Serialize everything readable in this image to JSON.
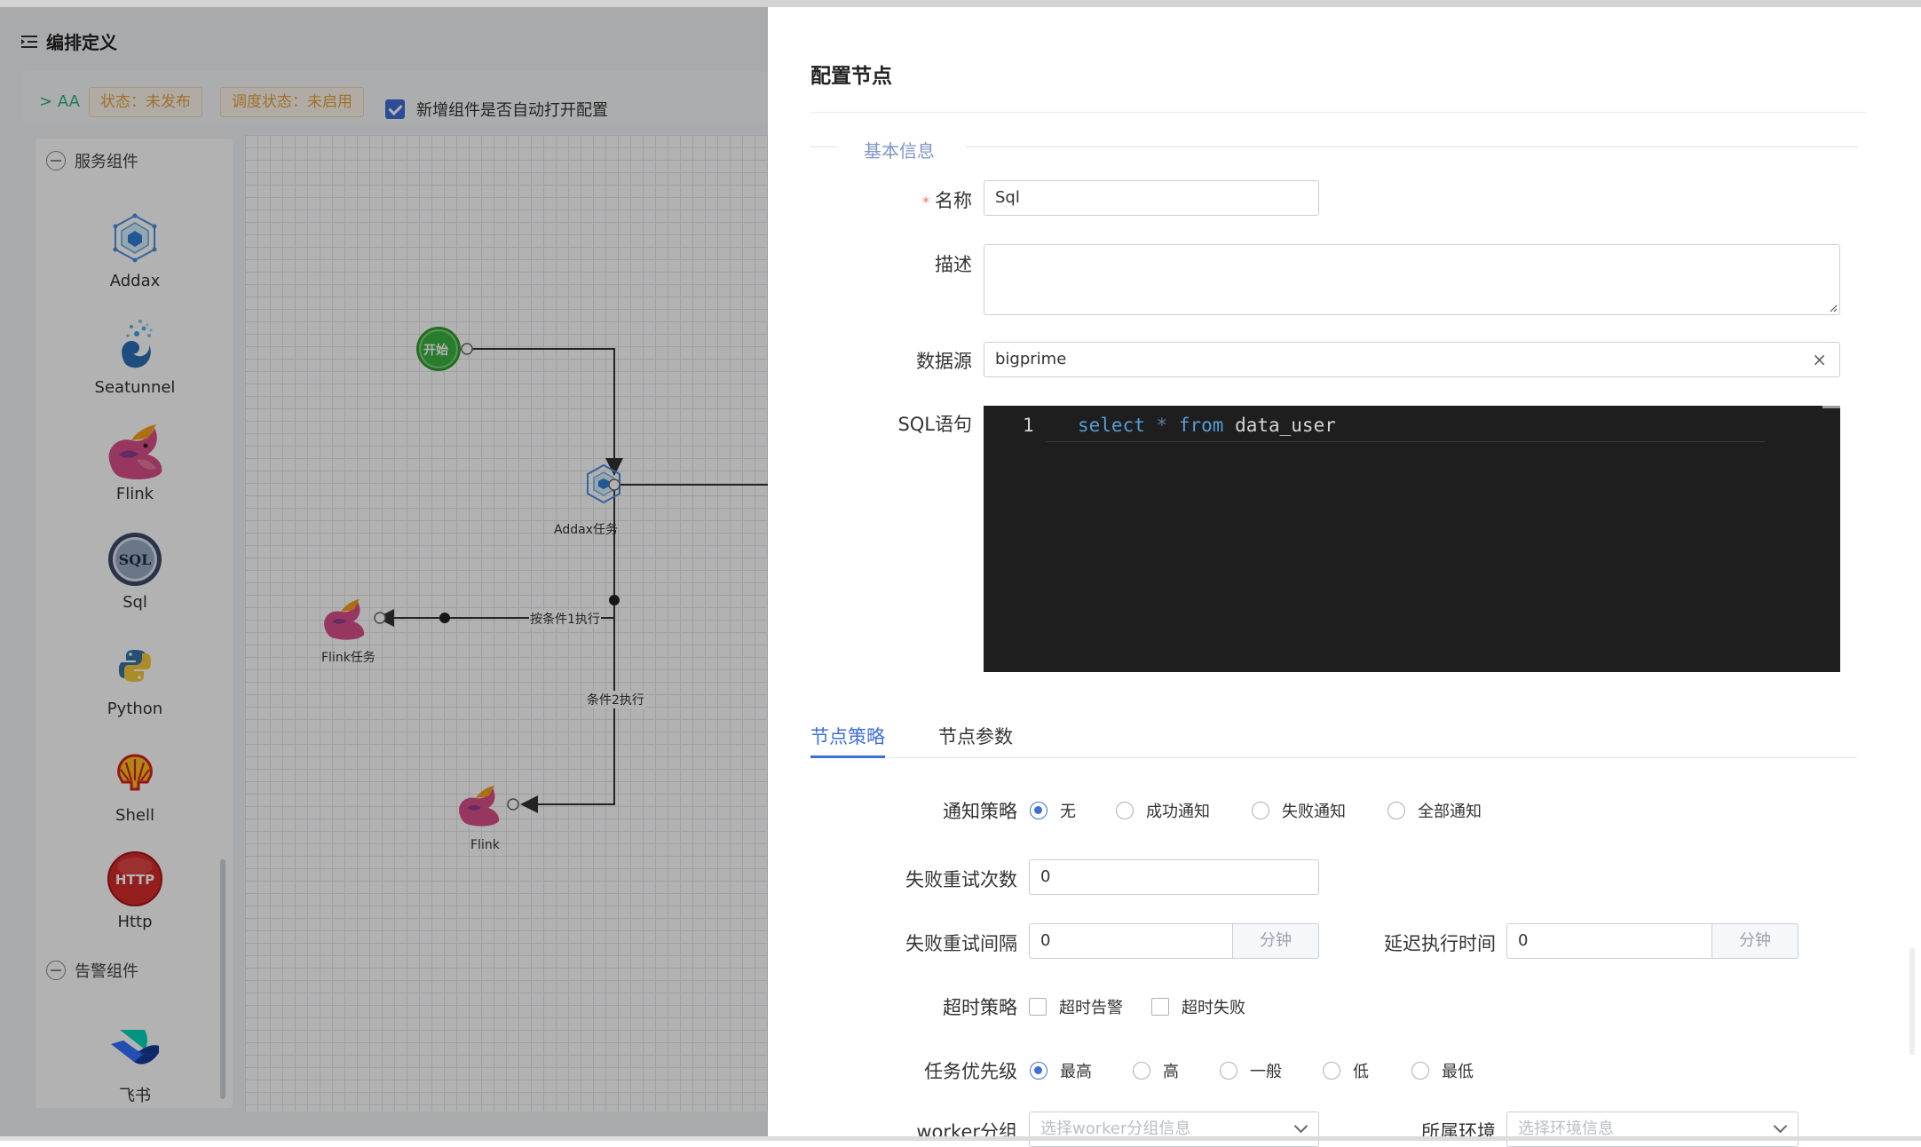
{
  "editor": {
    "title": "编排定义",
    "breadcrumb": "AA",
    "status_tag": "状态：未发布",
    "schedule_tag": "调度状态：未启用",
    "auto_open_label": "新增组件是否自动打开配置",
    "auto_open_checked": true
  },
  "palette": {
    "service_group": "服务组件",
    "alert_group": "告警组件",
    "items": [
      {
        "label": "Addax",
        "icon": "addax-icon"
      },
      {
        "label": "Seatunnel",
        "icon": "seatunnel-icon"
      },
      {
        "label": "Flink",
        "icon": "flink-icon"
      },
      {
        "label": "Sql",
        "icon": "sql-icon"
      },
      {
        "label": "Python",
        "icon": "python-icon"
      },
      {
        "label": "Shell",
        "icon": "shell-icon"
      },
      {
        "label": "Http",
        "icon": "http-icon"
      }
    ],
    "alert_items": [
      {
        "label": "飞书",
        "icon": "feishu-icon"
      }
    ]
  },
  "canvas": {
    "start_node": "开始",
    "addax_node": "Addax任务",
    "flink_task_node": "Flink任务",
    "flink_node": "Flink",
    "edge_condition1": "按条件1执行",
    "edge_condition2": "条件2执行"
  },
  "drawer": {
    "title": "配置节点",
    "section_basic": "基本信息",
    "name_label": "名称",
    "name_value": "Sql",
    "desc_label": "描述",
    "desc_value": "",
    "datasource_label": "数据源",
    "datasource_value": "bigprime",
    "clear_icon": "×",
    "sql_label": "SQL语句",
    "sql_line_number": "1",
    "sql_tokens": {
      "select": "select",
      "star": "*",
      "from": "from",
      "table": "data_user"
    },
    "tabs": [
      {
        "label": "节点策略",
        "active": true
      },
      {
        "label": "节点参数",
        "active": false
      }
    ],
    "notify_label": "通知策略",
    "notify_options": [
      "无",
      "成功通知",
      "失败通知",
      "全部通知"
    ],
    "notify_selected": "无",
    "retry_count_label": "失败重试次数",
    "retry_count_value": "0",
    "retry_interval_label": "失败重试间隔",
    "retry_interval_value": "0",
    "minute_unit": "分钟",
    "delay_label": "延迟执行时间",
    "delay_value": "0",
    "timeout_label": "超时策略",
    "timeout_options": [
      "超时告警",
      "超时失败"
    ],
    "priority_label": "任务优先级",
    "priority_options": [
      "最高",
      "高",
      "一般",
      "低",
      "最低"
    ],
    "priority_selected": "最高",
    "worker_label": "worker分组",
    "worker_placeholder": "选择worker分组信息",
    "env_label": "所属环境",
    "env_placeholder": "选择环境信息"
  },
  "colors": {
    "primary": "#3f6ed8",
    "tag_orange": "#e6a23c",
    "required": "#f56c6c",
    "editor_bg": "#1e1e1e",
    "sql_keyword": "#569cd6"
  }
}
